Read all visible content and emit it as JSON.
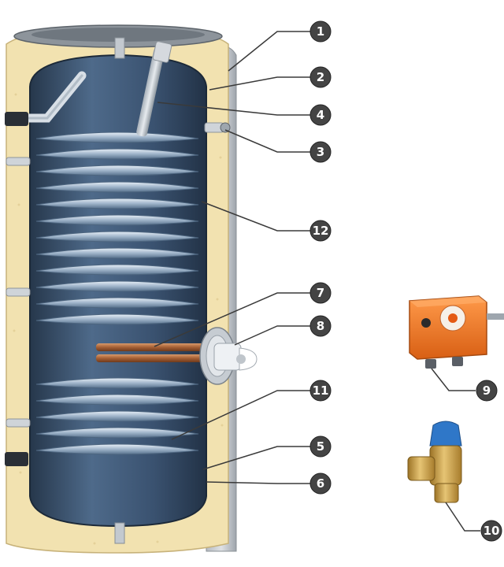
{
  "diagram": {
    "callouts": [
      {
        "label": "1"
      },
      {
        "label": "2"
      },
      {
        "label": "4"
      },
      {
        "label": "3"
      },
      {
        "label": "12"
      },
      {
        "label": "7"
      },
      {
        "label": "8"
      },
      {
        "label": "11"
      },
      {
        "label": "5"
      },
      {
        "label": "6"
      },
      {
        "label": "9"
      },
      {
        "label": "10"
      }
    ],
    "colors": {
      "insulation": "#f2e2b0",
      "jacket": "#c8ccd0",
      "tank": "#3c5674",
      "coil": "#a9bed2",
      "thermostat": "#f07a2a",
      "valve_cap": "#2f77c8",
      "brass": "#c99a3a",
      "callout_bubble": "#444444"
    }
  }
}
